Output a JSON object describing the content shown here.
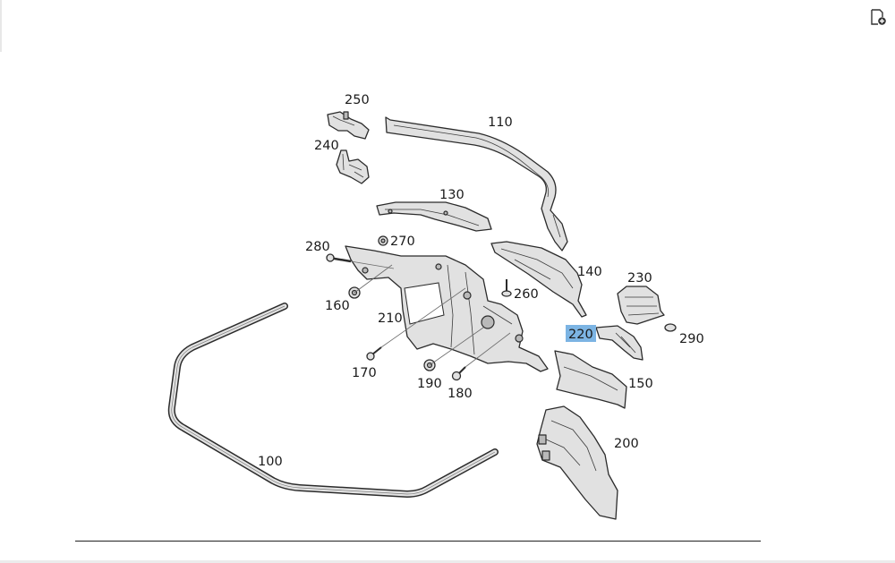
{
  "toolbar": {
    "corner_icon": "add-to-list-icon"
  },
  "diagram": {
    "highlight_color": "#7cb4e3",
    "labels": [
      {
        "key": "l250",
        "text": "250"
      },
      {
        "key": "l110",
        "text": "110"
      },
      {
        "key": "l240",
        "text": "240"
      },
      {
        "key": "l130",
        "text": "130"
      },
      {
        "key": "l280",
        "text": "280"
      },
      {
        "key": "l270",
        "text": "270"
      },
      {
        "key": "l140",
        "text": "140"
      },
      {
        "key": "l230",
        "text": "230"
      },
      {
        "key": "l260",
        "text": "260"
      },
      {
        "key": "l160",
        "text": "160"
      },
      {
        "key": "l210",
        "text": "210"
      },
      {
        "key": "l220",
        "text": "220",
        "highlighted": true
      },
      {
        "key": "l290",
        "text": "290"
      },
      {
        "key": "l170",
        "text": "170"
      },
      {
        "key": "l190",
        "text": "190"
      },
      {
        "key": "l180",
        "text": "180"
      },
      {
        "key": "l150",
        "text": "150"
      },
      {
        "key": "l200",
        "text": "200"
      },
      {
        "key": "l100",
        "text": "100"
      }
    ]
  }
}
